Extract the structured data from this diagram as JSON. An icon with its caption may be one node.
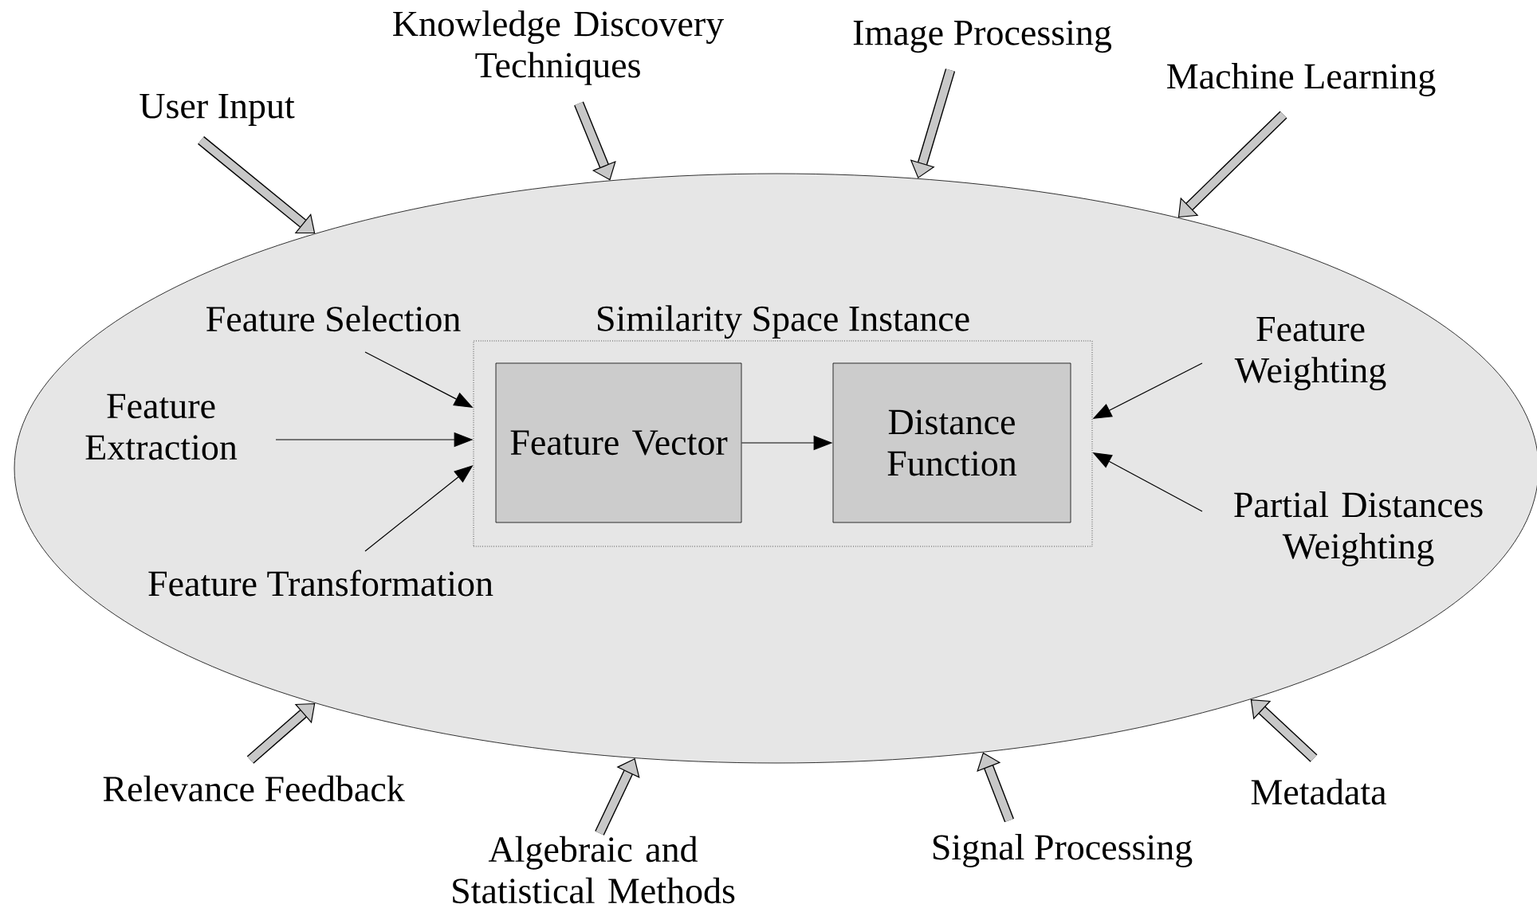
{
  "diagram": {
    "nodes": [
      {
        "text": [],
        "shape": "ellipse"
      },
      {
        "text": [
          "Similarity Space Instance"
        ],
        "in": 0
      },
      {
        "text": [
          "Feature Vector"
        ],
        "in": 1
      },
      {
        "text": [
          "Distance Function"
        ],
        "in": 1
      },
      {
        "text": [
          "Feature Selection"
        ],
        "in": 0
      },
      {
        "text": [
          "Feature Extraction"
        ],
        "in": 0
      },
      {
        "text": [
          "Feature Transformation"
        ],
        "in": 0
      },
      {
        "text": [
          "Feature Weighting"
        ],
        "in": 0
      },
      {
        "text": [
          "Partial Distances Weighting"
        ],
        "in": 0
      },
      {
        "text": [
          "User Input"
        ]
      },
      {
        "text": [
          "Knowledge Discovery Techniques"
        ]
      },
      {
        "text": [
          "Image Processing"
        ]
      },
      {
        "text": [
          "Machine Learning"
        ]
      },
      {
        "text": [
          "Relevance Feedback"
        ]
      },
      {
        "text": [
          "Algebraic and Statistical Methods"
        ]
      },
      {
        "text": [
          "Signal Processing"
        ]
      },
      {
        "text": [
          "Metadata"
        ]
      }
    ],
    "edges": [
      {
        "from": 2,
        "to": 3,
        "arrow": "to",
        "color": "#000000"
      },
      {
        "from": 4,
        "to": 1,
        "arrow": "to",
        "color": "#000000"
      },
      {
        "from": 5,
        "to": 1,
        "arrow": "to",
        "color": "#000000"
      },
      {
        "from": 6,
        "to": 1,
        "arrow": "to",
        "color": "#000000"
      },
      {
        "from": 7,
        "to": 1,
        "arrow": "to",
        "color": "#000000"
      },
      {
        "from": 8,
        "to": 1,
        "arrow": "to",
        "color": "#000000"
      },
      {
        "from": 9,
        "to": 0,
        "arrow": "to"
      },
      {
        "from": 10,
        "to": 0,
        "arrow": "to"
      },
      {
        "from": 11,
        "to": 0,
        "arrow": "to"
      },
      {
        "from": 12,
        "to": 0,
        "arrow": "to"
      },
      {
        "from": 13,
        "to": 0,
        "arrow": "to"
      },
      {
        "from": 14,
        "to": 0,
        "arrow": "to"
      },
      {
        "from": 15,
        "to": 0,
        "arrow": "to"
      },
      {
        "from": 16,
        "to": 0,
        "arrow": "to"
      }
    ]
  }
}
